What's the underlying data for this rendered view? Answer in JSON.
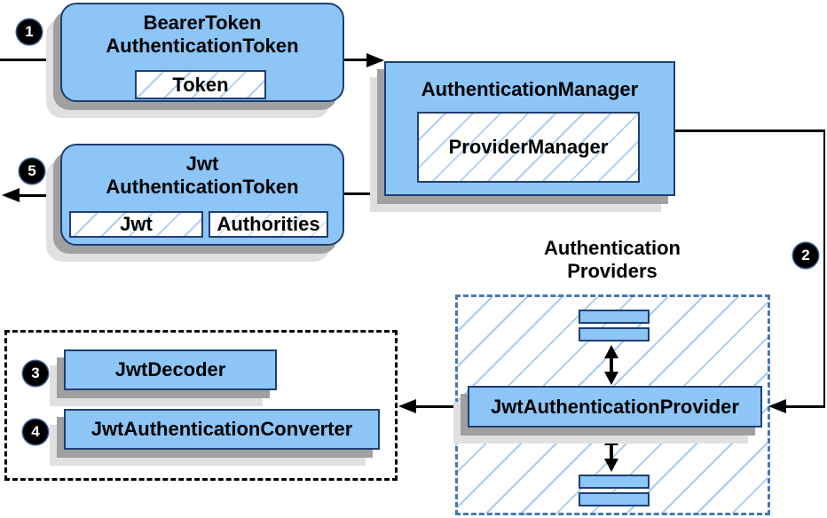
{
  "nodes": {
    "bearer_token": {
      "title_line1": "BearerToken",
      "title_line2": "AuthenticationToken",
      "token_label": "Token"
    },
    "authentication_manager": {
      "title": "AuthenticationManager",
      "provider_manager_label": "ProviderManager"
    },
    "jwt_authentication_token": {
      "title_line1": "Jwt",
      "title_line2": "AuthenticationToken",
      "jwt_label": "Jwt",
      "authorities_label": "Authorities"
    },
    "authentication_providers": {
      "label_line1": "Authentication",
      "label_line2": "Providers"
    },
    "jwt_authentication_provider": {
      "title": "JwtAuthenticationProvider"
    },
    "jwt_decoder": {
      "title": "JwtDecoder"
    },
    "jwt_authentication_converter": {
      "title": "JwtAuthenticationConverter"
    }
  },
  "badges": {
    "step1": "1",
    "step2": "2",
    "step3": "3",
    "step4": "4",
    "step5": "5"
  },
  "colors": {
    "node_fill": "#8cc5f6",
    "node_border": "#1f3f70",
    "hatch_line": "#a5cbf0",
    "providers_dashed_border": "#4678b4",
    "black_dashed_border": "#000000",
    "shadow_dark": "#a0a0a0",
    "shadow_light": "#e0e0e0",
    "connector": "#000000",
    "badge_background": "#000000",
    "badge_text": "#ffffff"
  }
}
